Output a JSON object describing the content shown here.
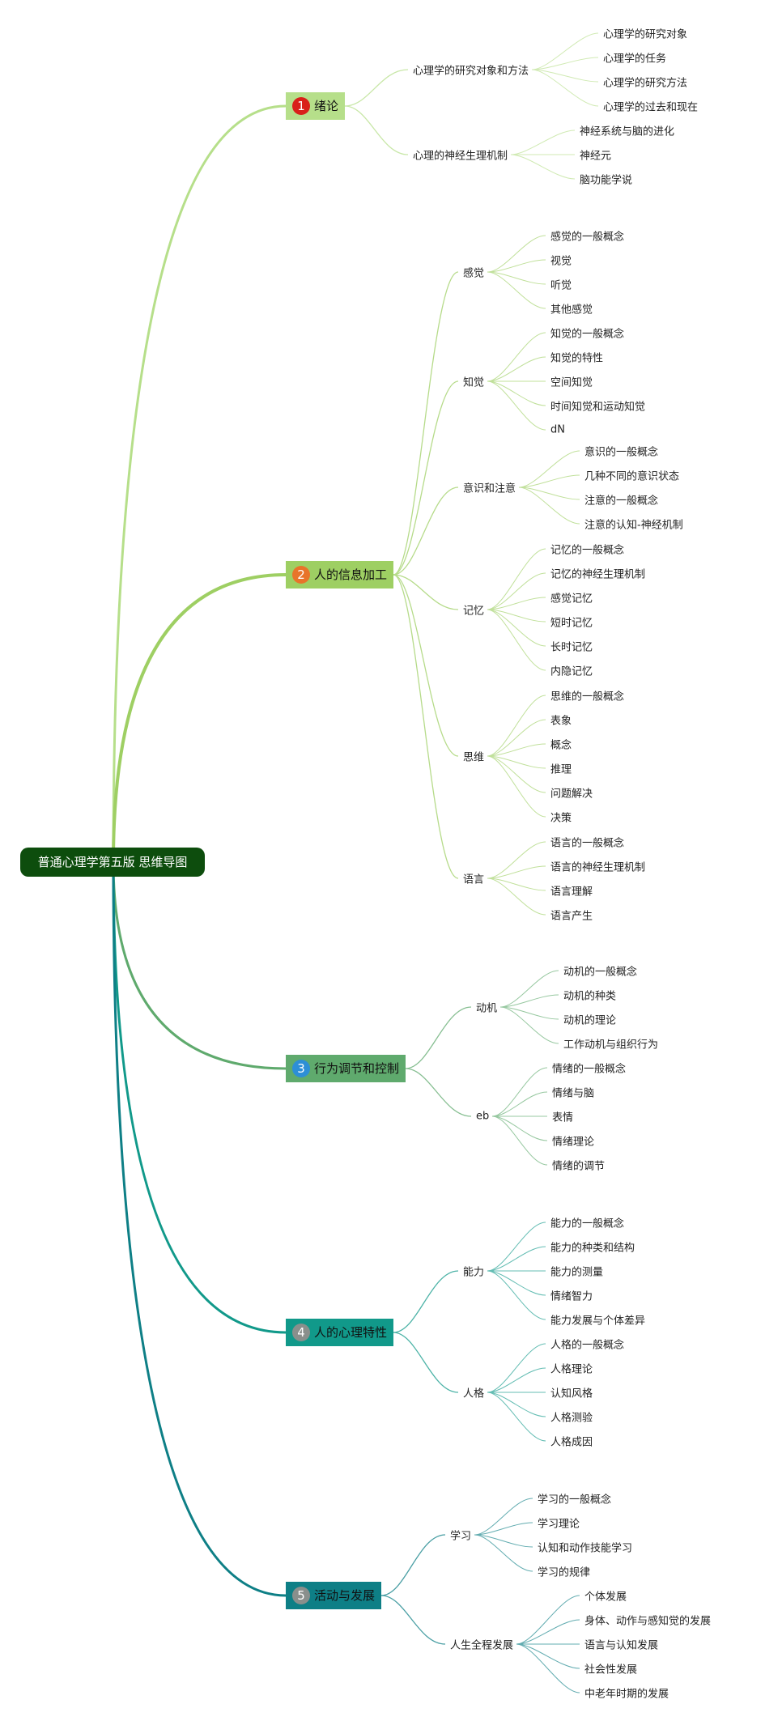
{
  "root": {
    "label": "普通心理学第五版 思维导图"
  },
  "colors": {
    "root": "#0d4d0d"
  },
  "branches": [
    {
      "num": "1",
      "label": "绪论",
      "color": "#b6df8a",
      "badge": "#d9201a",
      "subs": [
        {
          "label": "心理学的研究对象和方法",
          "leaves": [
            "心理学的研究对象",
            "心理学的任务",
            "心理学的研究方法",
            "心理学的过去和现在"
          ]
        },
        {
          "label": "心理的神经生理机制",
          "leaves": [
            "神经系统与脑的进化",
            "神经元",
            "脑功能学说"
          ]
        }
      ]
    },
    {
      "num": "2",
      "label": "人的信息加工",
      "color": "#9ecf63",
      "badge": "#e8742a",
      "subs": [
        {
          "label": "感觉",
          "leaves": [
            "感觉的一般概念",
            "视觉",
            "听觉",
            "其他感觉"
          ]
        },
        {
          "label": "知觉",
          "leaves": [
            "知觉的一般概念",
            "知觉的特性",
            "空间知觉",
            "时间知觉和运动知觉",
            "dN"
          ]
        },
        {
          "label": "意识和注意",
          "leaves": [
            "意识的一般概念",
            "几种不同的意识状态",
            "注意的一般概念",
            "注意的认知-神经机制"
          ]
        },
        {
          "label": "记忆",
          "leaves": [
            "记忆的一般概念",
            "记忆的神经生理机制",
            "感觉记忆",
            "短时记忆",
            "长时记忆",
            "内隐记忆"
          ]
        },
        {
          "label": "思维",
          "leaves": [
            "思维的一般概念",
            "表象",
            "概念",
            "推理",
            "问题解决",
            "决策"
          ]
        },
        {
          "label": "语言",
          "leaves": [
            "语言的一般概念",
            "语言的神经生理机制",
            "语言理解",
            "语言产生"
          ]
        }
      ]
    },
    {
      "num": "3",
      "label": "行为调节和控制",
      "color": "#5faa6d",
      "badge": "#2d8fd6",
      "subs": [
        {
          "label": "动机",
          "leaves": [
            "动机的一般概念",
            "动机的种类",
            "动机的理论",
            "工作动机与组织行为"
          ]
        },
        {
          "label": "eb",
          "leaves": [
            "情绪的一般概念",
            "情绪与脑",
            "表情",
            "情绪理论",
            "情绪的调节"
          ]
        }
      ]
    },
    {
      "num": "4",
      "label": "人的心理特性",
      "color": "#11998a",
      "badge": "#8a8f8c",
      "subs": [
        {
          "label": "能力",
          "leaves": [
            "能力的一般概念",
            "能力的种类和结构",
            "能力的测量",
            "情绪智力",
            "能力发展与个体差异"
          ]
        },
        {
          "label": "人格",
          "leaves": [
            "人格的一般概念",
            "人格理论",
            "认知风格",
            "人格测验",
            "人格成因"
          ]
        }
      ]
    },
    {
      "num": "5",
      "label": "活动与发展",
      "color": "#0e7f86",
      "badge": "#8a8f8c",
      "subs": [
        {
          "label": "学习",
          "leaves": [
            "学习的一般概念",
            "学习理论",
            "认知和动作技能学习",
            "学习的规律"
          ]
        },
        {
          "label": "人生全程发展",
          "leaves": [
            "个体发展",
            "身体、动作与感知觉的发展",
            "语言与认知发展",
            "社会性发展",
            "中老年时期的发展"
          ]
        }
      ]
    }
  ]
}
